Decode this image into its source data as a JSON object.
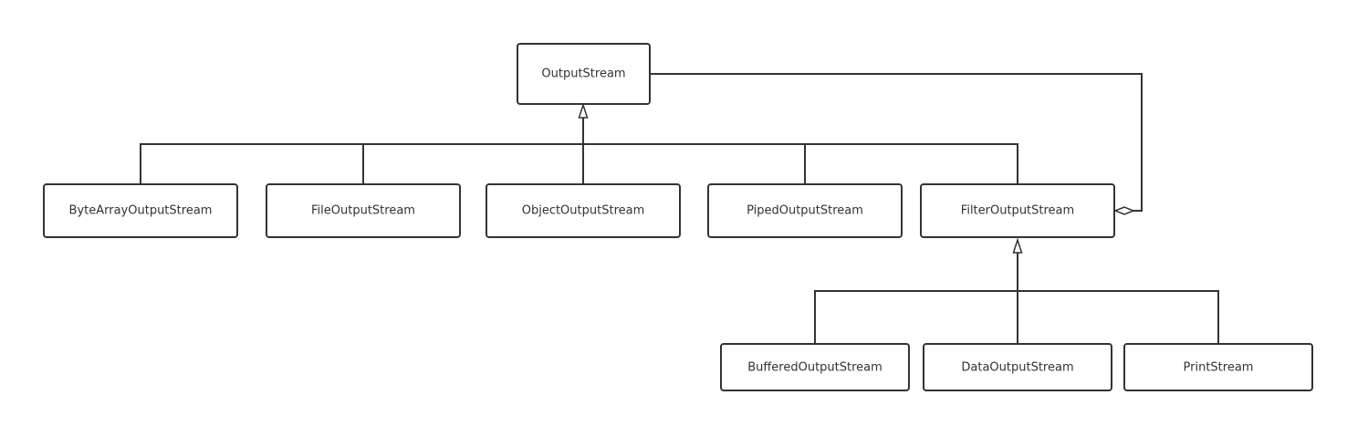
{
  "nodes": {
    "outputstream": "OutputStream",
    "bytearray": "ByteArrayOutputStream",
    "file": "FileOutputStream",
    "object": "ObjectOutputStream",
    "piped": "PipedOutputStream",
    "filter": "FilterOutputStream",
    "buffered": "BufferedOutputStream",
    "data": "DataOutputStream",
    "print": "PrintStream"
  },
  "relations": [
    {
      "from": "bytearray",
      "to": "outputstream",
      "type": "inheritance"
    },
    {
      "from": "file",
      "to": "outputstream",
      "type": "inheritance"
    },
    {
      "from": "object",
      "to": "outputstream",
      "type": "inheritance"
    },
    {
      "from": "piped",
      "to": "outputstream",
      "type": "inheritance"
    },
    {
      "from": "filter",
      "to": "outputstream",
      "type": "inheritance"
    },
    {
      "from": "buffered",
      "to": "filter",
      "type": "inheritance"
    },
    {
      "from": "data",
      "to": "filter",
      "type": "inheritance"
    },
    {
      "from": "print",
      "to": "filter",
      "type": "inheritance"
    },
    {
      "from": "outputstream",
      "to": "filter",
      "type": "aggregation"
    }
  ]
}
